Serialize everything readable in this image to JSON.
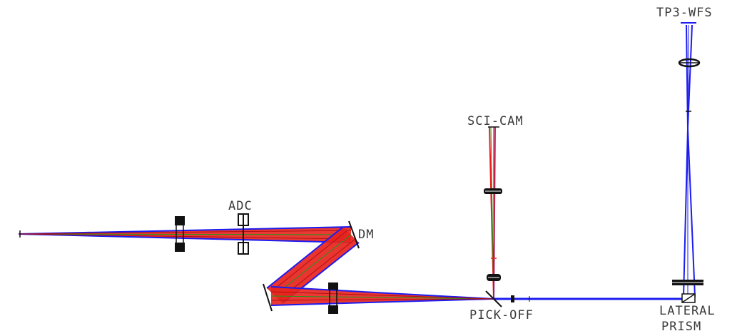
{
  "labels": {
    "tp3_wfs": "TP3-WFS",
    "sci_cam": "SCI-CAM",
    "adc": "ADC",
    "dm": "DM",
    "pick_off": "PICK-OFF",
    "lateral": "LATERAL",
    "prism": "PRISM"
  },
  "colors": {
    "background": "#ffffff",
    "ray_red": "#e8231e",
    "ray_blue": "#1c1cf0",
    "ray_green": "#1a9a1a",
    "element": "#111111",
    "label": "#3a3a3a"
  }
}
